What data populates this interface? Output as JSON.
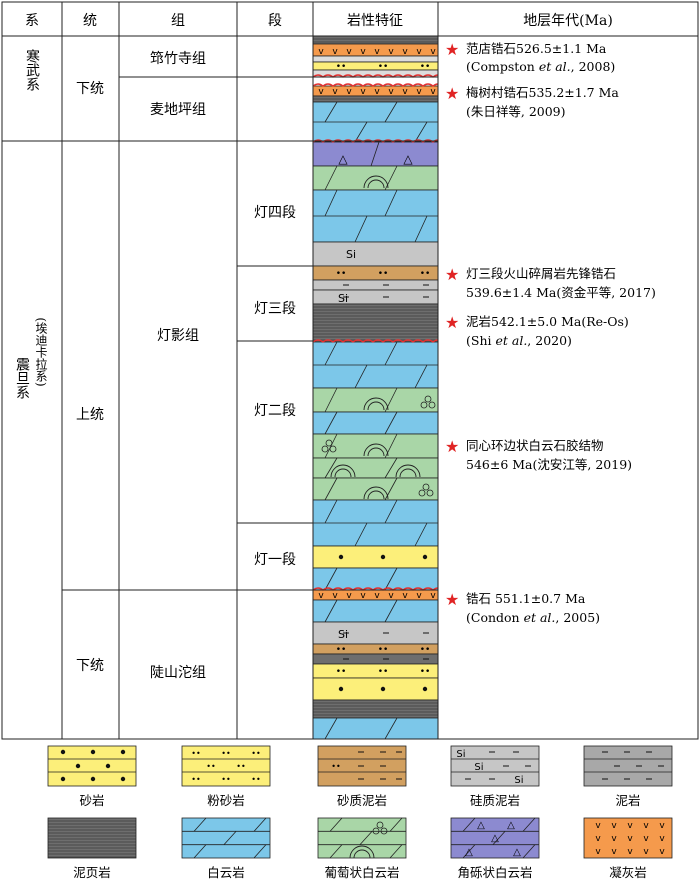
{
  "header": {
    "system": "系",
    "series": "统",
    "formation": "组",
    "member": "段",
    "lithology": "岩性特征",
    "age": "地层年代(Ma)"
  },
  "systems": {
    "cambrian": "寒武系",
    "ediacaran_note": "(埃迪卡拉系)",
    "ediacaran": "震旦系"
  },
  "series": {
    "cambrian_lower": "下统",
    "ediacaran_upper": "上统",
    "ediacaran_lower": "下统"
  },
  "formations": {
    "zhujiaqing": "筇竹寺组",
    "maidiping": "麦地坪组",
    "dengying": "灯影组",
    "doushantuo": "陡山沱组"
  },
  "members": {
    "deng4": "灯四段",
    "deng3": "灯三段",
    "deng2": "灯二段",
    "deng1": "灯一段"
  },
  "lith_marks": {
    "si": "Si",
    "dash": "–",
    "triangle": "△",
    "vee": "v",
    "dot_pair": "••"
  },
  "annotations": [
    {
      "line1": "范店锆石526.5±1.1 Ma",
      "line2_pre": "(Compston ",
      "line2_it": "et al.",
      "line2_post": ", 2008)"
    },
    {
      "line1": "梅树村锆石535.2±1.7 Ma",
      "line2_pre": "(朱日祥等, 2009)",
      "line2_it": "",
      "line2_post": ""
    },
    {
      "line1": "灯三段火山碎屑岩先锋锆石",
      "line2_pre": "539.6±1.4 Ma(资金平等, 2017)",
      "line2_it": "",
      "line2_post": ""
    },
    {
      "line1": "泥岩542.1±5.0 Ma(Re-Os)",
      "line2_pre": "(Shi ",
      "line2_it": "et al.",
      "line2_post": ", 2020)"
    },
    {
      "line1": "同心环边状白云石胶结物",
      "line2_pre": "546±6 Ma(沈安江等, 2019)",
      "line2_it": "",
      "line2_post": ""
    },
    {
      "line1": "锆石 551.1±0.7  Ma",
      "line2_pre": "(Condon ",
      "line2_it": "et al.",
      "line2_post": ", 2005)"
    }
  ],
  "legend": [
    {
      "key": "sandstone",
      "label": "砂岩"
    },
    {
      "key": "siltstone",
      "label": "粉砂岩"
    },
    {
      "key": "sandy_mudstone",
      "label": "砂质泥岩"
    },
    {
      "key": "siliceous_mudstone",
      "label": "硅质泥岩"
    },
    {
      "key": "mudstone",
      "label": "泥岩"
    },
    {
      "key": "shale",
      "label": "泥页岩"
    },
    {
      "key": "dolomite",
      "label": "白云岩"
    },
    {
      "key": "botryoidal_dolomite",
      "label": "葡萄状白云岩"
    },
    {
      "key": "breccia_dolomite",
      "label": "角砾状白云岩"
    },
    {
      "key": "tuff",
      "label": "凝灰岩"
    }
  ],
  "colors": {
    "sandstone": "#fcef7a",
    "sandy": "#d2a060",
    "silic": "#c6c6c6",
    "shale": "#6e6e6e",
    "dolomite": "#7cc7e9",
    "botryoidal": "#a9d6a7",
    "breccia": "#8c8ad0",
    "tuff": "#f59a4c",
    "star": "#e02424",
    "wave": "#e33030"
  }
}
